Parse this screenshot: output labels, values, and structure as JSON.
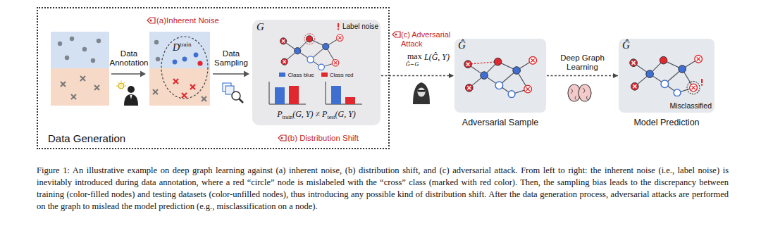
{
  "diagram": {
    "caption": "Figure 1: An illustrative example on deep graph learning against (a) inherent noise, (b) distribution shift, and (c) adversarial attack. From left to right: the inherent noise (i.e., label noise) is inevitably introduced during data annotation, where a red “circle” node is mislabeled with the “cross” class (marked with red color). Then, the sampling bias leads to the discrepancy between training (color-filled nodes) and testing datasets (color-unfilled nodes), thus introducing any possible kind of distribution shift. After the data generation process, adversarial attacks are performed on the graph to mislead the model prediction (e.g., misclassification on a node).",
    "nodes": [
      {
        "text": [
          "Data Generation"
        ]
      },
      {
        "text": [
          "G",
          "Label noise"
        ],
        "in": 0
      },
      {
        "text": [
          "Ĝ",
          "Adversarial Sample"
        ]
      },
      {
        "text": [
          "Ĝ",
          "Misclassified",
          "Model Prediction"
        ]
      }
    ],
    "edges": [
      {
        "from": 1,
        "to": 2,
        "arrow": "to",
        "label": "(c) Adversarial Attack"
      },
      {
        "from": 2,
        "to": 3,
        "arrow": "to",
        "label": "Deep Graph Learning"
      }
    ],
    "labels": [
      "(a)Inherent Noise",
      "Data Annotation",
      "D",
      "train",
      "Data Sampling",
      "(b) Distribution Shift",
      "P",
      "train",
      "(G, Y) ≠ P",
      "test",
      "(G, Y)",
      "max",
      "Ĝ∼G",
      "L(Ĝ, Y)"
    ],
    "legend": [
      {
        "text": "Class blue",
        "color": "#3f6fd1"
      },
      {
        "text": "Class red",
        "color": "#e0282e"
      }
    ]
  }
}
